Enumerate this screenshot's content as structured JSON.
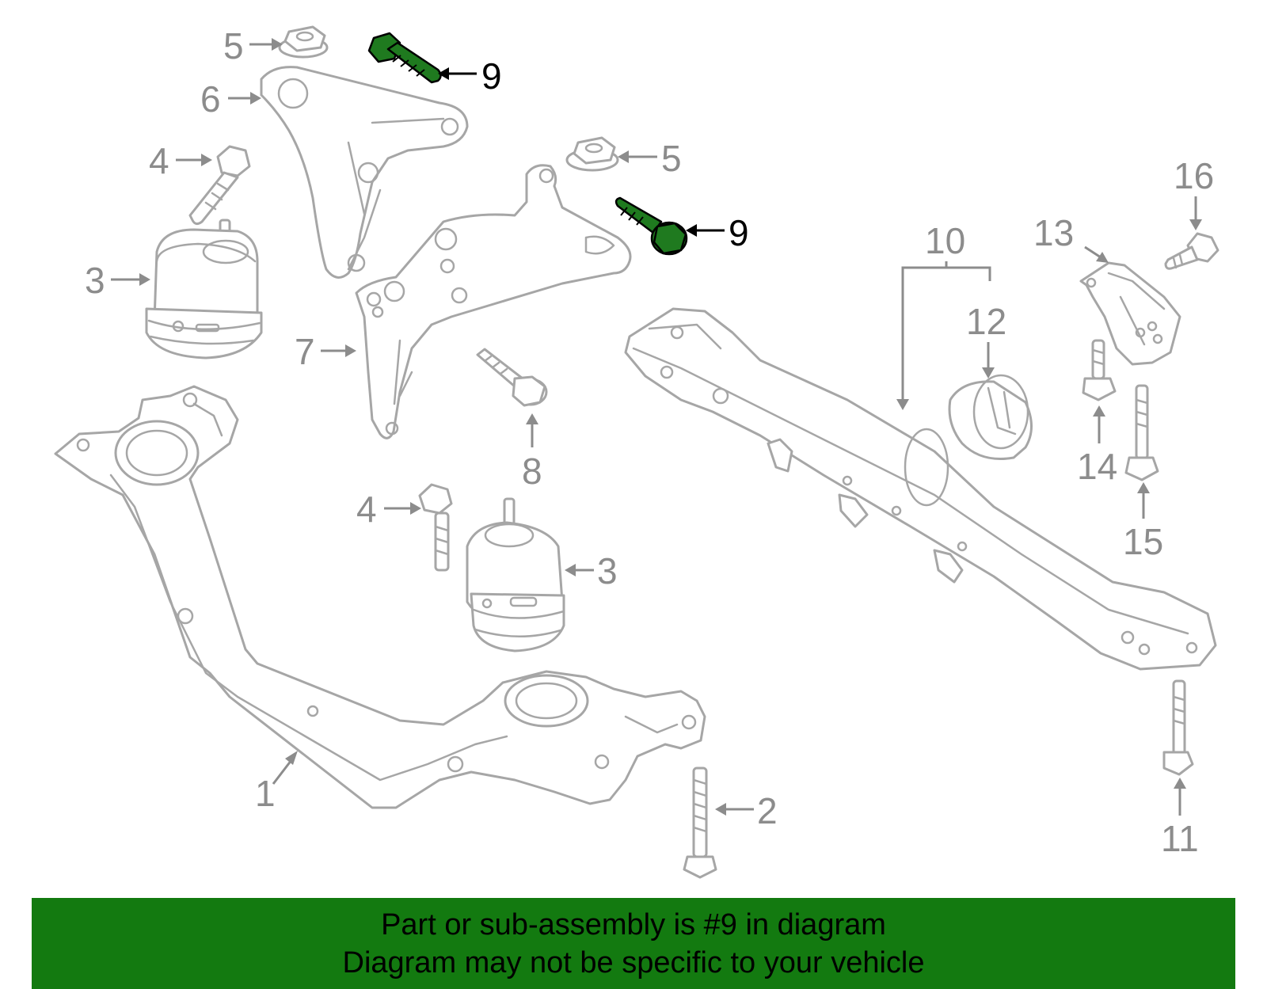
{
  "callouts": {
    "c1": "1",
    "c2": "2",
    "c3a": "3",
    "c3b": "3",
    "c4a": "4",
    "c4b": "4",
    "c5a": "5",
    "c5b": "5",
    "c6": "6",
    "c7": "7",
    "c8": "8",
    "c9a": "9",
    "c9b": "9",
    "c10": "10",
    "c11": "11",
    "c12": "12",
    "c13": "13",
    "c14": "14",
    "c15": "15",
    "c16": "16"
  },
  "banner": {
    "line1": "Part or sub-assembly is #9 in diagram",
    "line2": "Diagram may not be specific to your vehicle"
  },
  "colors": {
    "highlight_part": "#1f7a1f",
    "banner_background": "#137a10",
    "part_outline": "#a6a6a6",
    "callout_gray": "#8c8c8c"
  }
}
